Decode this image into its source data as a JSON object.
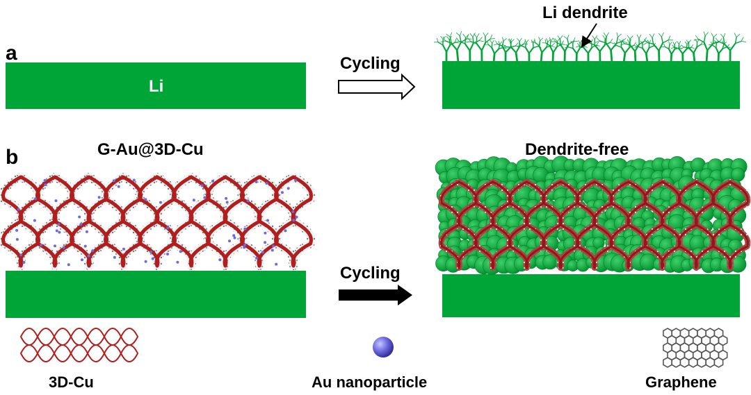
{
  "panel_a": {
    "letter": "a",
    "li_label": "Li",
    "process": "Cycling",
    "result_label": "Li dendrite"
  },
  "panel_b": {
    "letter": "b",
    "electrode_label": "G-Au@3D-Cu",
    "process": "Cycling",
    "result_label": "Dendrite-free"
  },
  "legend": {
    "cu": "3D-Cu",
    "au": "Au nanoparticle",
    "graphene": "Graphene"
  },
  "colors": {
    "lithium_green": "#00a537",
    "copper_red": "#b01e1e",
    "gold_blue": "#6d6ae0",
    "graphene_gray": "#8a8a8a"
  }
}
